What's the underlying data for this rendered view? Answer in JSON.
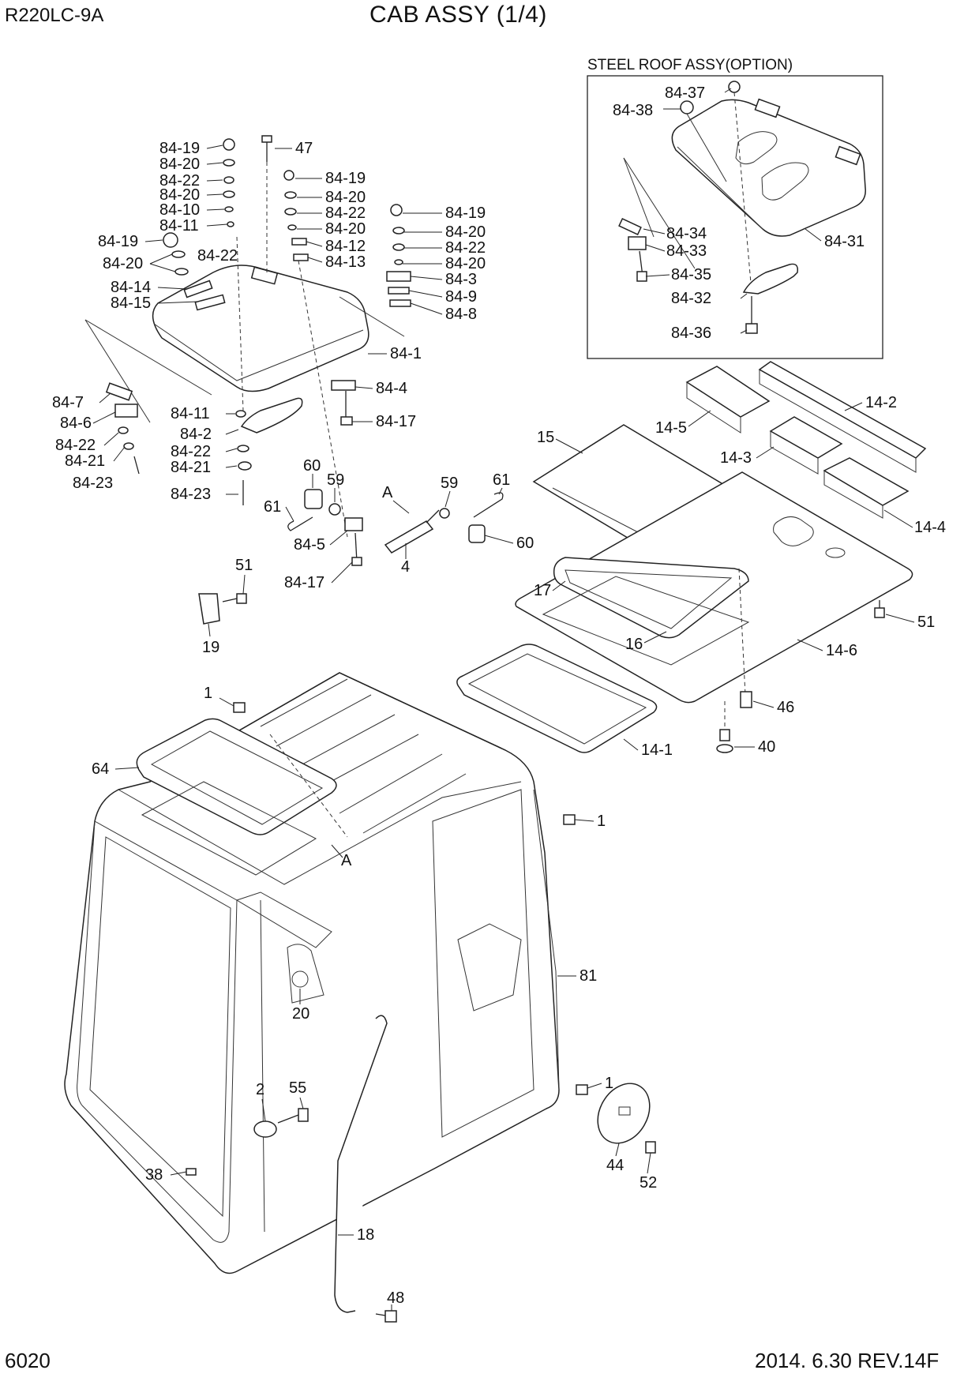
{
  "header": {
    "model": "R220LC-9A",
    "title": "CAB ASSY (1/4)"
  },
  "footer": {
    "page_number": "6020",
    "revision": "2014. 6.30  REV.14F"
  },
  "option_box": {
    "title": "STEEL ROOF ASSY(OPTION)"
  },
  "labels": {
    "roof_hatch": [
      "84-19",
      "84-20",
      "84-22",
      "84-20",
      "84-10",
      "84-11",
      "84-19",
      "84-20",
      "84-22",
      "84-14",
      "84-15",
      "47",
      "84-19",
      "84-20",
      "84-22",
      "84-20",
      "84-12",
      "84-13",
      "84-19",
      "84-20",
      "84-22",
      "84-20",
      "84-3",
      "84-9",
      "84-8",
      "84-1",
      "84-4",
      "84-17",
      "84-7",
      "84-6",
      "84-22",
      "84-21",
      "84-23",
      "84-11",
      "84-2",
      "84-22",
      "84-21",
      "84-23"
    ],
    "gas_spring": [
      "60",
      "59",
      "61",
      "84-5",
      "84-17",
      "A",
      "59",
      "61",
      "4",
      "60"
    ],
    "misc": [
      "51",
      "19"
    ],
    "steel_roof": [
      "84-37",
      "84-38",
      "84-34",
      "84-33",
      "84-35",
      "84-32",
      "84-36",
      "84-31"
    ],
    "roof_panel": [
      "14-2",
      "14-5",
      "15",
      "14-3",
      "14-4",
      "17",
      "16",
      "14-6",
      "51",
      "46",
      "40",
      "14-1"
    ],
    "cab_frame": [
      "1",
      "64",
      "1",
      "A",
      "81",
      "20",
      "2",
      "55",
      "38",
      "1",
      "44",
      "52",
      "18",
      "48"
    ]
  }
}
